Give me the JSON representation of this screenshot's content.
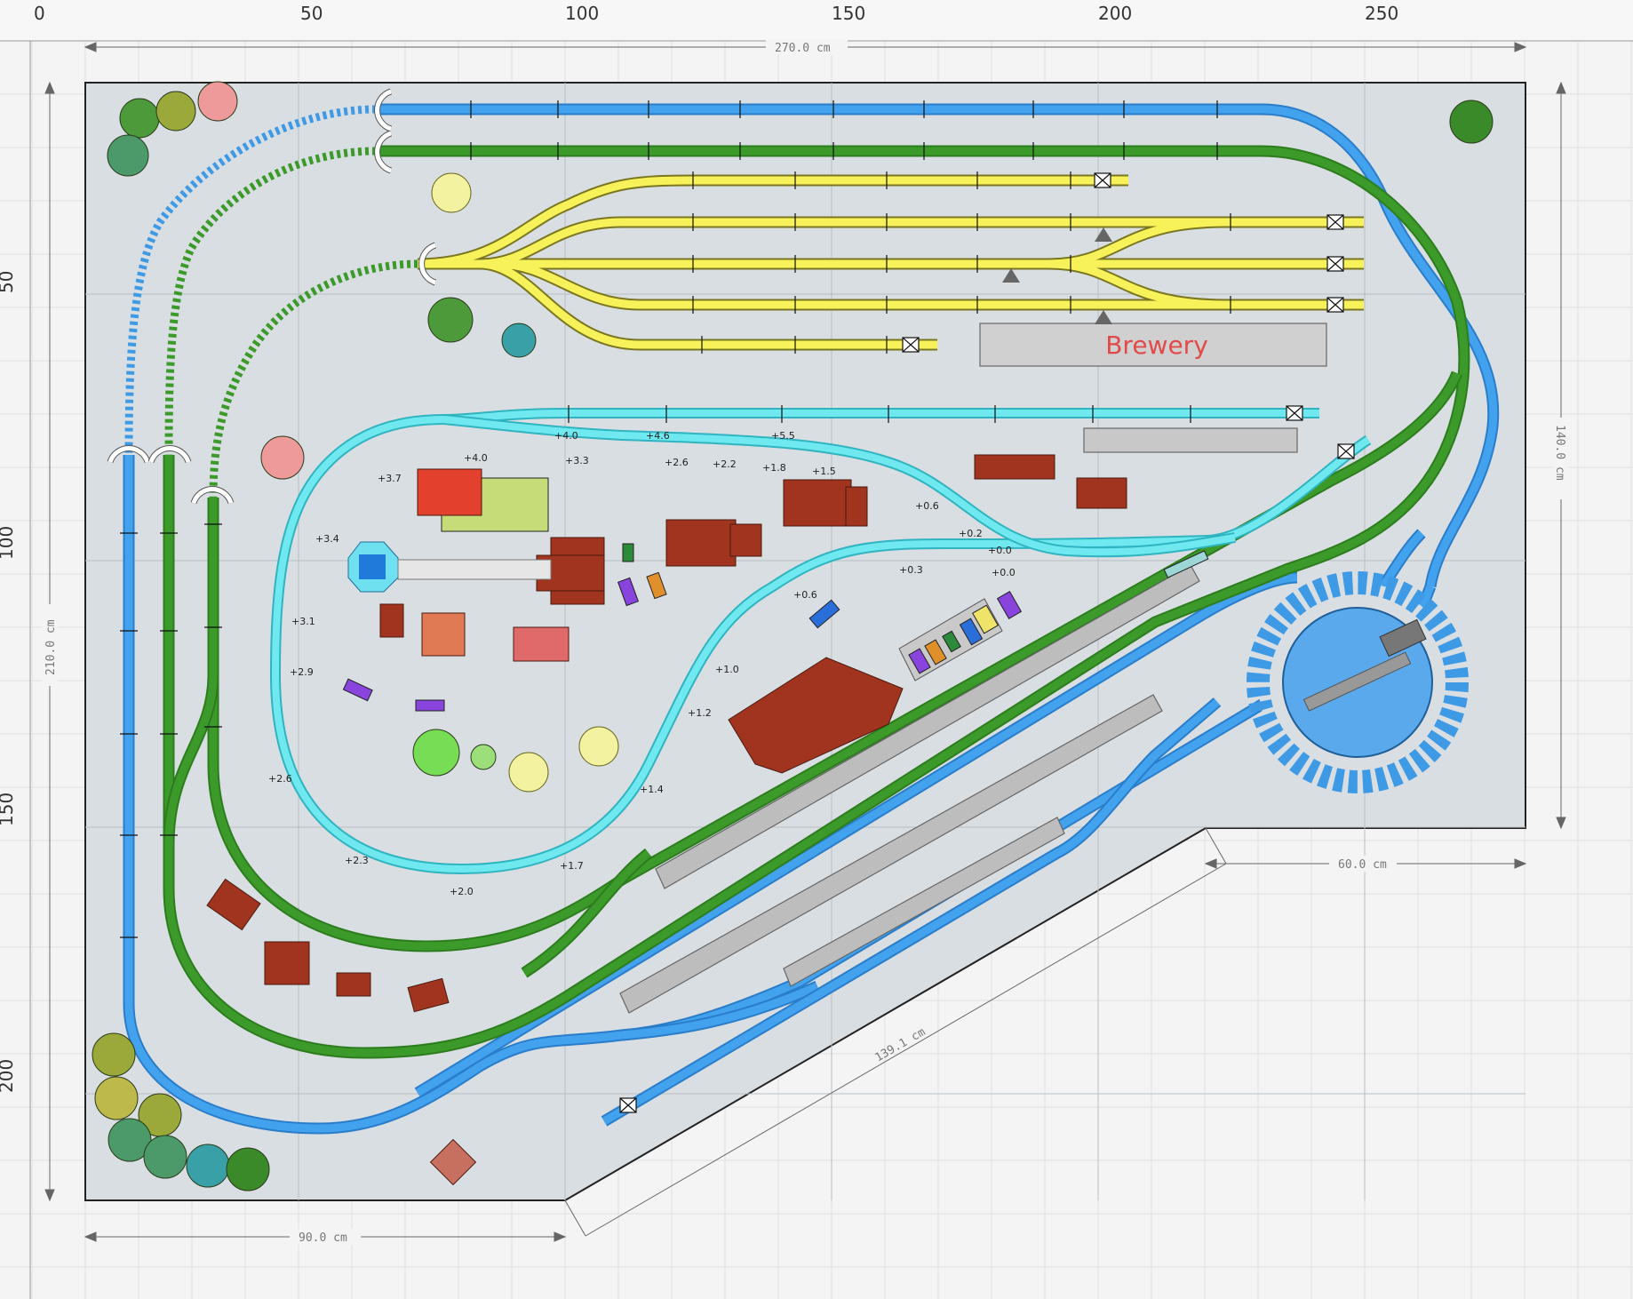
{
  "rulers": {
    "top": [
      "0",
      "50",
      "100",
      "150",
      "200",
      "250"
    ],
    "left": [
      "50",
      "100",
      "150",
      "200"
    ]
  },
  "dimensions": {
    "width": "270.0 cm",
    "right_height": "140.0 cm",
    "left_height": "210.0 cm",
    "bottom": "90.0 cm",
    "notch": "60.0 cm",
    "diagonal": "139.1 cm"
  },
  "building_label": "Brewery",
  "elevations": [
    "+4.0",
    "+4.6",
    "+5.5",
    "+4.0",
    "+3.3",
    "+2.6",
    "+2.2",
    "+1.8",
    "+1.5",
    "+3.7",
    "+3.4",
    "+3.1",
    "+2.9",
    "+2.6",
    "+2.3",
    "+2.0",
    "+1.7",
    "+1.4",
    "+1.2",
    "+1.0",
    "+0.6",
    "+0.3",
    "+0.0",
    "+0.2",
    "+0.0",
    "+0.6"
  ],
  "colors": {
    "board": "#d9dee2",
    "blue_track": "#3f9ae6",
    "green_track": "#3b9a2a",
    "yellow_track": "#f7f25a",
    "cyan_track": "#6fe8ef",
    "building": "#a0341f",
    "platform": "#bdbdbd"
  }
}
